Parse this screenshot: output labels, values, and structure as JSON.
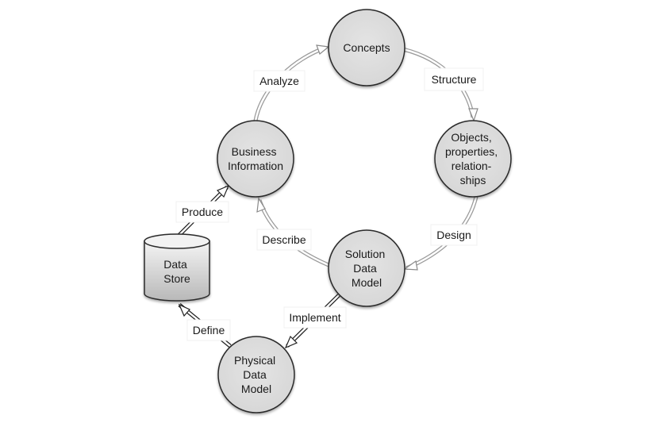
{
  "diagram": {
    "type": "data-modeling-cycle",
    "nodes": {
      "concepts": {
        "lines": [
          "Concepts"
        ]
      },
      "business": {
        "lines": [
          "Business",
          "Information"
        ]
      },
      "objects": {
        "lines": [
          "Objects,",
          "properties,",
          "relation-",
          "ships"
        ]
      },
      "solution": {
        "lines": [
          "Solution",
          "Data",
          "Model"
        ]
      },
      "physical": {
        "lines": [
          "Physical",
          "Data",
          "Model"
        ]
      },
      "datastore": {
        "lines": [
          "Data",
          "Store"
        ]
      }
    },
    "edges": {
      "analyze": {
        "label": "Analyze",
        "from": "Business Information",
        "to": "Concepts"
      },
      "structure": {
        "label": "Structure",
        "from": "Concepts",
        "to": "Objects, properties, relationships"
      },
      "design": {
        "label": "Design",
        "from": "Objects, properties, relationships",
        "to": "Solution Data Model"
      },
      "describe": {
        "label": "Describe",
        "from": "Solution Data Model",
        "to": "Business Information"
      },
      "implement": {
        "label": "Implement",
        "from": "Solution Data Model",
        "to": "Physical Data Model"
      },
      "define": {
        "label": "Define",
        "from": "Physical Data Model",
        "to": "Data Store"
      },
      "produce": {
        "label": "Produce",
        "from": "Data Store",
        "to": "Business Information"
      }
    }
  }
}
